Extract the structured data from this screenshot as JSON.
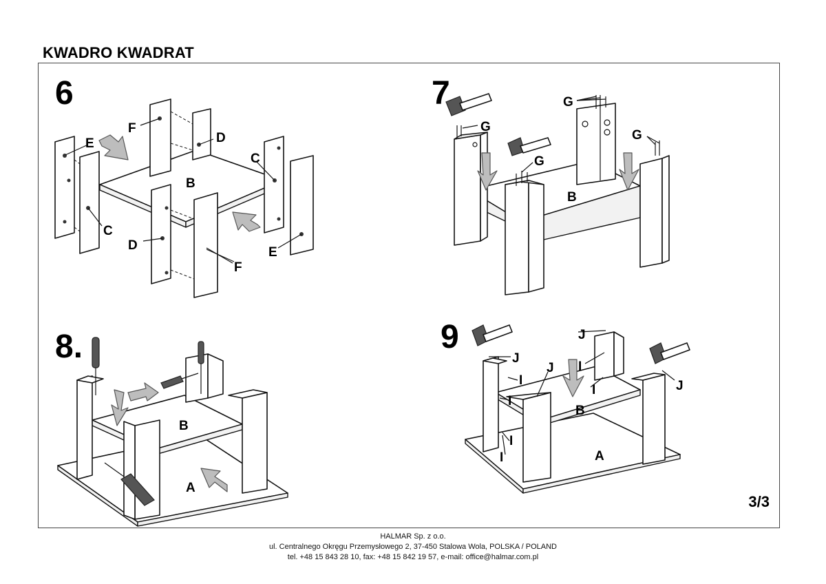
{
  "document": {
    "title": "KWADRO KWADRAT",
    "page": "3/3"
  },
  "steps": [
    {
      "number": "6",
      "labels": [
        "F",
        "E",
        "D",
        "C",
        "B",
        "C",
        "D",
        "F",
        "E"
      ]
    },
    {
      "number": "7",
      "labels": [
        "G",
        "G",
        "G",
        "G",
        "B"
      ]
    },
    {
      "number": "8.",
      "labels": [
        "B",
        "A"
      ]
    },
    {
      "number": "9",
      "labels": [
        "J",
        "J",
        "J",
        "J",
        "I",
        "I",
        "I",
        "I",
        "I",
        "I",
        "B",
        "A"
      ]
    }
  ],
  "footer": {
    "company": "HALMAR Sp. z o.o.",
    "address": "ul. Centralnego Okręgu Przemysłowego 2, 37-450 Stalowa Wola, POLSKA / POLAND",
    "contact": "tel. +48 15 843 28 10, fax: +48 15 842 19 57, e-mail: office@halmar.com.pl"
  }
}
